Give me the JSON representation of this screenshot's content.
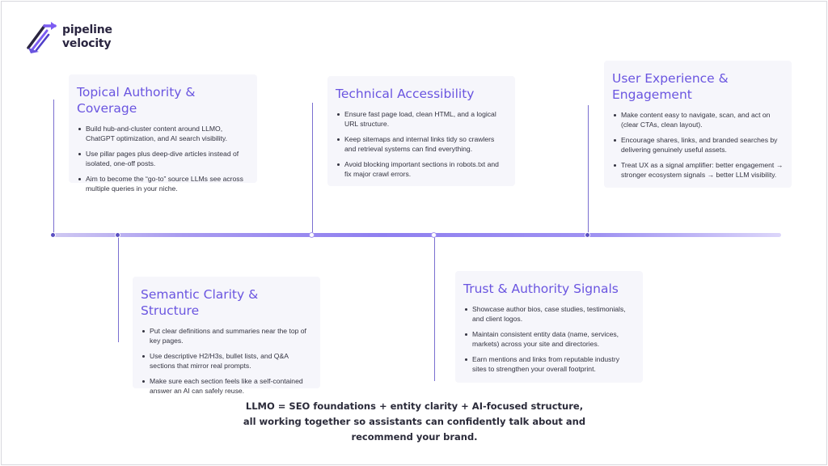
{
  "brand": {
    "line1": "pipeline",
    "line2": "velocity",
    "icon": "pipeline-velocity-logo"
  },
  "colors": {
    "accent": "#6a55e0",
    "timeline": "#8f7ff0",
    "card_bg": "#f6f6fb",
    "text": "#2b2b3a"
  },
  "cards": [
    {
      "title": "Topical Authority & Coverage",
      "bullets": [
        "Build hub-and-cluster content around LLMO, ChatGPT optimization, and AI search visibility.",
        "Use pillar pages plus deep-dive articles instead of isolated, one-off posts.",
        "Aim to become the “go-to” source LLMs see across multiple queries in your niche."
      ]
    },
    {
      "title": "Technical Accessibility",
      "bullets": [
        "Ensure fast page load, clean HTML, and a logical URL structure.",
        "Keep sitemaps and internal links tidy so crawlers and retrieval systems can find everything.",
        "Avoid blocking important sections in robots.txt and fix major crawl errors."
      ]
    },
    {
      "title": "User Experience & Engagement",
      "bullets": [
        "Make content easy to navigate, scan, and act on (clear CTAs, clean layout).",
        "Encourage shares, links, and branded searches by delivering genuinely useful assets.",
        "Treat UX as a signal amplifier: better engagement → stronger ecosystem signals → better LLM visibility."
      ]
    },
    {
      "title": "Semantic Clarity & Structure",
      "bullets": [
        "Put clear definitions and summaries near the top of key pages.",
        "Use descriptive H2/H3s, bullet lists, and Q&A sections that mirror real prompts.",
        "Make sure each section feels like a self-contained answer an AI can safely reuse."
      ]
    },
    {
      "title": "Trust & Authority Signals",
      "bullets": [
        "Showcase author bios, case studies, testimonials, and client logos.",
        "Maintain consistent entity data (name, services, markets) across your site and directories.",
        "Earn mentions and links from reputable industry sites to strengthen your overall footprint."
      ]
    }
  ],
  "footer": "LLMO = SEO foundations + entity clarity + AI-focused structure, all working together so assistants can confidently talk about and recommend your brand."
}
